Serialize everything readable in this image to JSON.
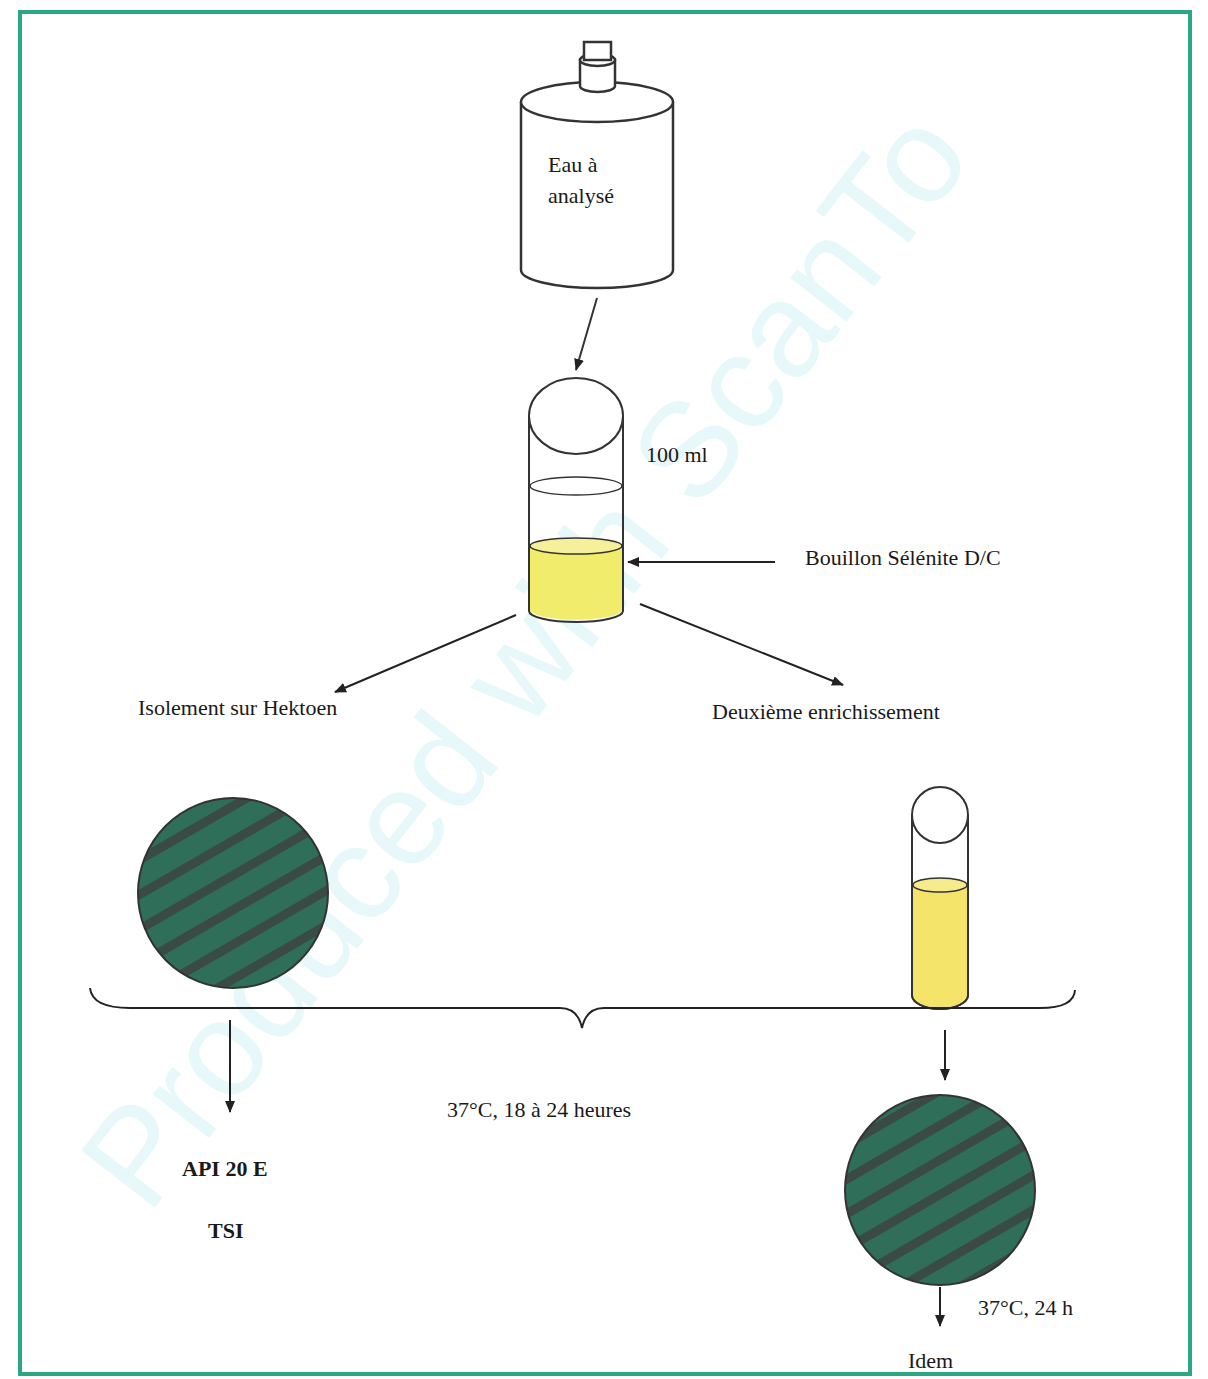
{
  "diagram": {
    "nodes": [
      {
        "text": [
          "Eau à analysé"
        ]
      },
      {
        "text": [
          "100 ml"
        ]
      }
    ],
    "edges": [
      {
        "from": 0,
        "to": 1,
        "arrow": "to"
      }
    ],
    "labels": [
      "Bouillon Sélénite D/C",
      "Isolement sur Hektoen",
      "Deuxième enrichissement",
      "37°C, 18 à 24 heures",
      "API 20 E",
      "TSI",
      "37°C, 24 h",
      "Idem",
      "Produced with ScanTo"
    ]
  }
}
